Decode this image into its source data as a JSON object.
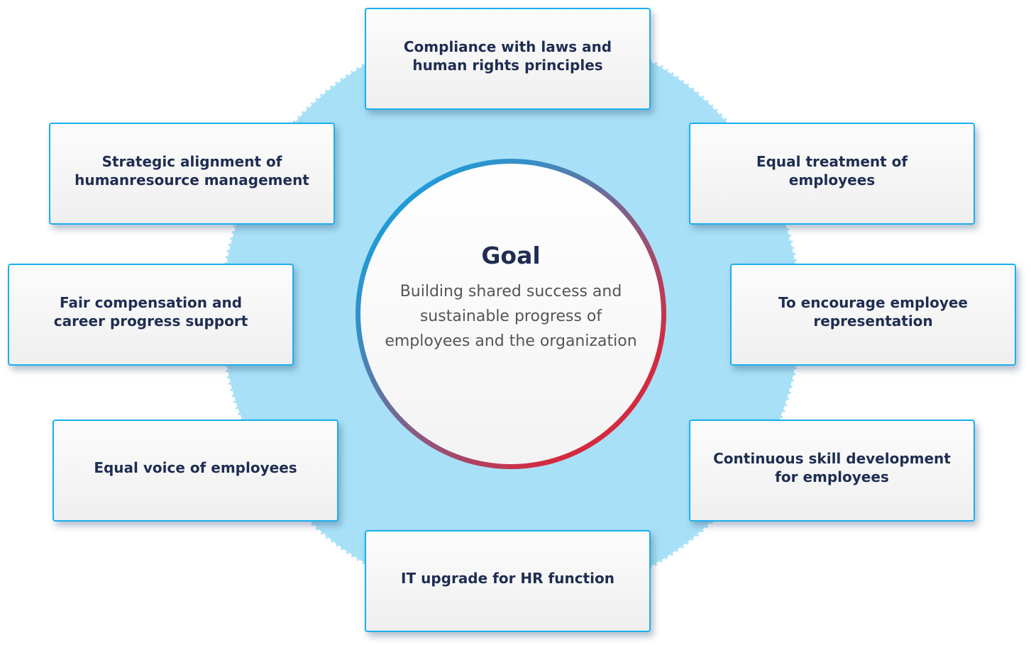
{
  "goal": {
    "title": "Goal",
    "text": "Building shared success and sustainable progress of employees and the organization"
  },
  "items": [
    {
      "label": "Compliance with laws and human rights principles"
    },
    {
      "label": "Strategic alignment of humanresource management"
    },
    {
      "label": "Equal treatment of employees"
    },
    {
      "label": "Fair compensation and career progress support"
    },
    {
      "label": "To encourage employee representation"
    },
    {
      "label": "Equal voice of employees"
    },
    {
      "label": "Continuous skill development for employees"
    },
    {
      "label": "IT upgrade for HR function"
    }
  ],
  "colors": {
    "accent": "#1ab0ec",
    "background_circle": "#a8e1f7",
    "text": "#1f2d52",
    "ring_start": "#08aae8",
    "ring_end": "#d42a3f"
  }
}
